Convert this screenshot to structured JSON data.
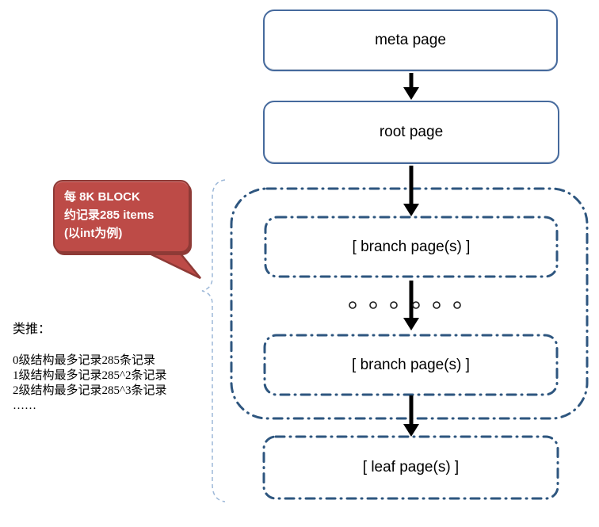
{
  "colors": {
    "solid_border": "#466a9d",
    "dashdot_border": "#2e567f",
    "brace": "#9db8d8",
    "arrow": "#000000",
    "bubble_fill": "#bd4b47",
    "bubble_border": "#8e3a36",
    "bubble_text": "#ffffff",
    "label_text": "#000000"
  },
  "diagram": {
    "nodes": [
      {
        "id": "meta-page",
        "label": "meta page",
        "border": "solid"
      },
      {
        "id": "root-page",
        "label": "root page",
        "border": "solid"
      },
      {
        "id": "branch-pages-1",
        "label": "[ branch page(s) ]",
        "border": "dash-dot"
      },
      {
        "id": "branch-pages-2",
        "label": "[ branch page(s) ]",
        "border": "dash-dot"
      },
      {
        "id": "leaf-pages",
        "label": "[ leaf page(s) ]",
        "border": "dash-dot"
      }
    ],
    "edges": [
      {
        "from": "meta-page",
        "to": "root-page"
      },
      {
        "from": "root-page",
        "to": "branch-pages-1"
      },
      {
        "from": "branch-pages-1",
        "to": "branch-pages-2"
      },
      {
        "from": "branch-pages-2",
        "to": "leaf-pages"
      }
    ],
    "ellipsis_dot_count": 6
  },
  "callout": {
    "lines": [
      "每 8K BLOCK",
      "约记录285 items",
      "(以int为例)"
    ]
  },
  "annotation": {
    "heading": "类推：",
    "lines": [
      "0级结构最多记录285条记录",
      "1级结构最多记录285^2条记录",
      "2级结构最多记录285^3条记录",
      "……"
    ]
  }
}
